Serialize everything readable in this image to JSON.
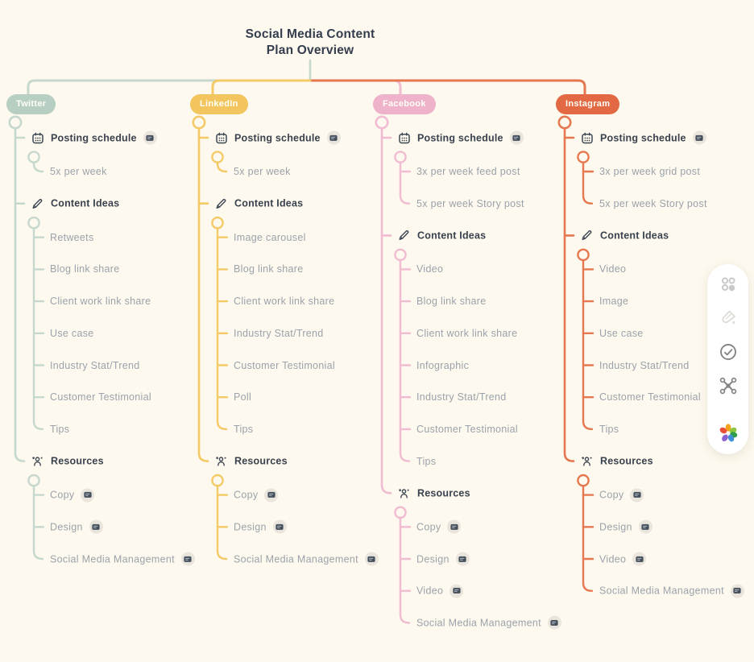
{
  "title": {
    "line1": "Social Media Content",
    "line2": "Plan Overview"
  },
  "background_color": "#fdf9ee",
  "columns": [
    {
      "name": "Twitter",
      "pill_color": "#b7cfc2",
      "line_color": "#c6d8cd",
      "sections": [
        {
          "label": "Posting schedule",
          "icon": "calendar-icon",
          "badge": true,
          "items": [
            {
              "label": "5x per week"
            }
          ]
        },
        {
          "label": "Content Ideas",
          "icon": "pencil-icon",
          "badge": false,
          "items": [
            {
              "label": "Retweets"
            },
            {
              "label": "Blog link share"
            },
            {
              "label": "Client work link share"
            },
            {
              "label": "Use case"
            },
            {
              "label": "Industry Stat/Trend"
            },
            {
              "label": "Customer Testimonial"
            },
            {
              "label": "Tips"
            }
          ]
        },
        {
          "label": "Resources",
          "icon": "team-icon",
          "badge": false,
          "items": [
            {
              "label": "Copy",
              "badge": true
            },
            {
              "label": "Design",
              "badge": true
            },
            {
              "label": "Social Media Management",
              "badge": true
            }
          ]
        }
      ]
    },
    {
      "name": "LinkedIn",
      "pill_color": "#f2c55e",
      "line_color": "#f4ca66",
      "sections": [
        {
          "label": "Posting schedule",
          "icon": "calendar-icon",
          "badge": true,
          "items": [
            {
              "label": "5x per week"
            }
          ]
        },
        {
          "label": "Content Ideas",
          "icon": "pencil-icon",
          "badge": false,
          "items": [
            {
              "label": "Image carousel"
            },
            {
              "label": "Blog link share"
            },
            {
              "label": "Client work link share"
            },
            {
              "label": "Industry Stat/Trend"
            },
            {
              "label": "Customer Testimonial"
            },
            {
              "label": "Poll"
            },
            {
              "label": "Tips"
            }
          ]
        },
        {
          "label": "Resources",
          "icon": "team-icon",
          "badge": false,
          "items": [
            {
              "label": "Copy",
              "badge": true
            },
            {
              "label": "Design",
              "badge": true
            },
            {
              "label": "Social Media Management",
              "badge": true
            }
          ]
        }
      ]
    },
    {
      "name": "Facebook",
      "pill_color": "#efb2cb",
      "line_color": "#f1bbd1",
      "sections": [
        {
          "label": "Posting schedule",
          "icon": "calendar-icon",
          "badge": true,
          "items": [
            {
              "label": "3x per week feed post"
            },
            {
              "label": "5x per week Story post"
            }
          ]
        },
        {
          "label": "Content Ideas",
          "icon": "pencil-icon",
          "badge": false,
          "items": [
            {
              "label": "Video"
            },
            {
              "label": "Blog link share"
            },
            {
              "label": "Client work link share"
            },
            {
              "label": "Infographic"
            },
            {
              "label": "Industry Stat/Trend"
            },
            {
              "label": "Customer Testimonial"
            },
            {
              "label": "Tips"
            }
          ]
        },
        {
          "label": "Resources",
          "icon": "team-icon",
          "badge": false,
          "items": [
            {
              "label": "Copy",
              "badge": true
            },
            {
              "label": "Design",
              "badge": true
            },
            {
              "label": "Video",
              "badge": true
            },
            {
              "label": "Social Media Management",
              "badge": true
            }
          ]
        }
      ]
    },
    {
      "name": "Instagram",
      "pill_color": "#e26944",
      "line_color": "#e57851",
      "sections": [
        {
          "label": "Posting schedule",
          "icon": "calendar-icon",
          "badge": true,
          "items": [
            {
              "label": "3x per week grid post"
            },
            {
              "label": "5x per week Story post"
            }
          ]
        },
        {
          "label": "Content Ideas",
          "icon": "pencil-icon",
          "badge": false,
          "items": [
            {
              "label": "Video"
            },
            {
              "label": "Image"
            },
            {
              "label": "Use case"
            },
            {
              "label": "Industry Stat/Trend"
            },
            {
              "label": "Customer Testimonial"
            },
            {
              "label": "Tips"
            }
          ]
        },
        {
          "label": "Resources",
          "icon": "team-icon",
          "badge": false,
          "items": [
            {
              "label": "Copy",
              "badge": true
            },
            {
              "label": "Design",
              "badge": true
            },
            {
              "label": "Video",
              "badge": true
            },
            {
              "label": "Social Media Management",
              "badge": true
            }
          ]
        }
      ]
    }
  ],
  "toolbar": {
    "items": [
      {
        "icon": "layout-grid-icon"
      },
      {
        "icon": "paint-brush-icon"
      },
      {
        "icon": "check-circle-icon"
      },
      {
        "icon": "connections-icon"
      },
      {
        "icon": "zenkit-flower-logo"
      }
    ]
  }
}
